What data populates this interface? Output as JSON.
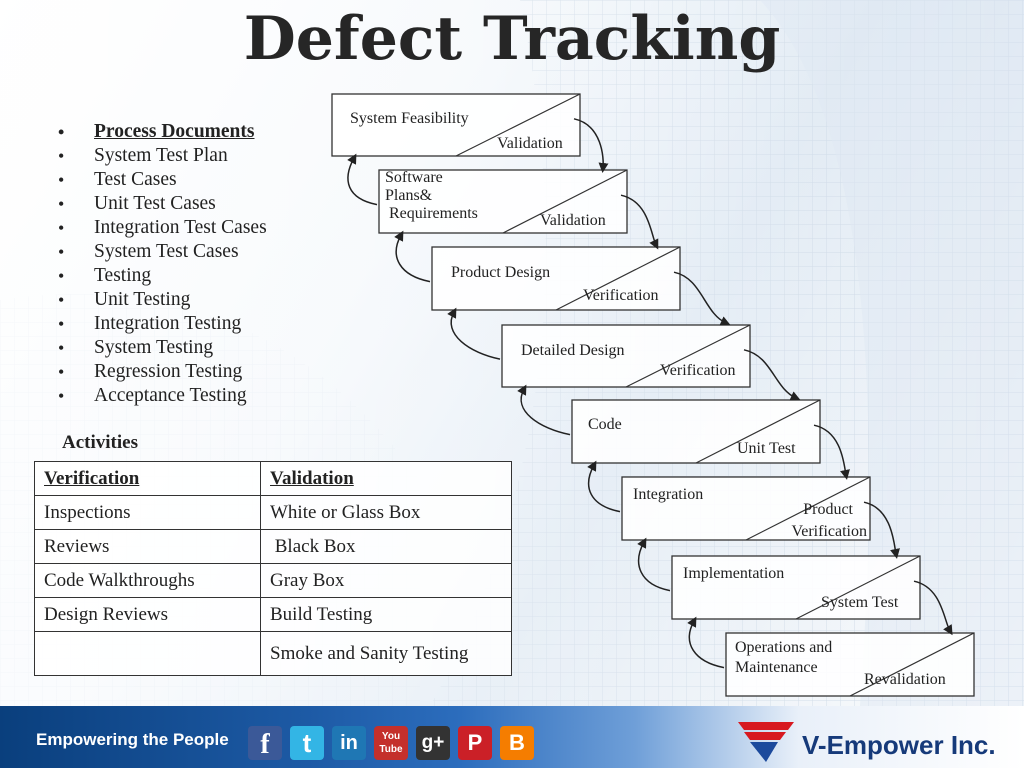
{
  "title": "Defect Tracking",
  "bullets": [
    "Process Documents",
    "System Test Plan",
    "Test Cases",
    "Unit Test Cases",
    "Integration Test Cases",
    "System Test Cases",
    "Testing",
    "Unit Testing",
    "Integration Testing",
    "System Testing",
    "Regression Testing",
    "Acceptance Testing"
  ],
  "activities": {
    "label": "Activities",
    "headers": [
      "Verification",
      "Validation"
    ],
    "rows": [
      [
        "Inspections",
        "White or Glass Box"
      ],
      [
        "Reviews",
        " Black Box"
      ],
      [
        "Code Walkthroughs",
        "Gray Box"
      ],
      [
        "Design Reviews",
        "Build Testing"
      ],
      [
        "",
        "Smoke and Sanity Testing"
      ]
    ]
  },
  "steps": [
    {
      "phase": "System Feasibility",
      "check": "Validation"
    },
    {
      "phase": "Software Plans& Requirements",
      "phase_lines": [
        "Software",
        "Plans&",
        " Requirements"
      ],
      "check": "Validation"
    },
    {
      "phase": "Product Design",
      "check": "Verification"
    },
    {
      "phase": "Detailed Design",
      "check": "Verification"
    },
    {
      "phase": "Code",
      "check": "Unit Test"
    },
    {
      "phase": "Integration",
      "check": "Product Verification",
      "check_lines": [
        "Product",
        "Verification"
      ]
    },
    {
      "phase": "Implementation",
      "check": "System Test"
    },
    {
      "phase": "Operations and Maintenance",
      "phase_lines": [
        "Operations and",
        "Maintenance"
      ],
      "check": "Revalidation"
    }
  ],
  "footer": {
    "tagline": "Empowering the People",
    "brand": "V-Empower Inc.",
    "social_icons": [
      {
        "icon": "facebook-icon",
        "glyph": "f",
        "color": "#3b5998"
      },
      {
        "icon": "twitter-icon",
        "glyph": "t",
        "color": "#33b5e5"
      },
      {
        "icon": "linkedin-icon",
        "glyph": "in",
        "color": "#1f77b4"
      },
      {
        "icon": "youtube-icon",
        "glyph": "You Tube",
        "color": "#c4302b"
      },
      {
        "icon": "google-plus-icon",
        "glyph": "g+",
        "color": "#333333"
      },
      {
        "icon": "pinterest-icon",
        "glyph": "P",
        "color": "#cb2027"
      },
      {
        "icon": "blogger-icon",
        "glyph": "B",
        "color": "#f57d00"
      }
    ],
    "brand_colors": {
      "red": "#d71920",
      "blue": "#1c4a9c"
    }
  }
}
